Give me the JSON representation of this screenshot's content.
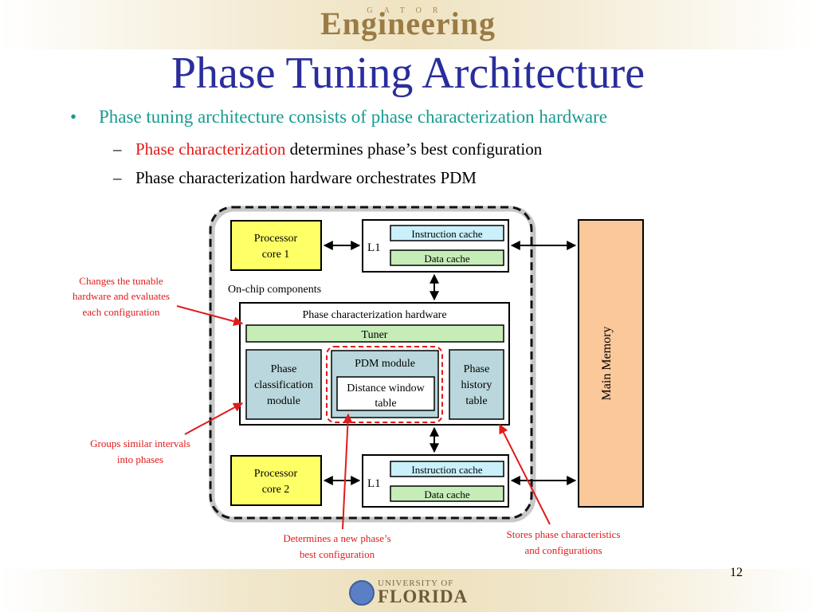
{
  "header": {
    "logo_small": "GATOR",
    "logo_main": "Engineering"
  },
  "title": "Phase Tuning Architecture",
  "bullets": {
    "main": "Phase tuning architecture consists of phase characterization hardware",
    "sub1_highlight": "Phase characterization",
    "sub1_rest": " determines phase’s best configuration",
    "sub2": "Phase characterization hardware orchestrates PDM"
  },
  "diagram": {
    "processor_core_1": [
      "Processor",
      "core 1"
    ],
    "processor_core_2": [
      "Processor",
      "core 2"
    ],
    "l1_label": "L1",
    "instruction_cache": "Instruction cache",
    "data_cache": "Data cache",
    "on_chip_label": "On-chip components",
    "pch_title": "Phase characterization hardware",
    "tuner": "Tuner",
    "phase_classification": [
      "Phase",
      "classification",
      "module"
    ],
    "pdm_module": "PDM module",
    "distance_window": [
      "Distance window",
      "table"
    ],
    "phase_history": [
      "Phase",
      "history",
      "table"
    ],
    "main_memory": "Main Memory"
  },
  "annotations": {
    "tuner_note": [
      "Changes the tunable",
      "hardware and evaluates",
      "each configuration"
    ],
    "classification_note": [
      "Groups similar intervals",
      "into phases"
    ],
    "pdm_note": [
      "Determines a new phase’s",
      "best configuration"
    ],
    "history_note": [
      "Stores phase characteristics",
      "and configurations"
    ]
  },
  "footer": {
    "univ_label": "UNIVERSITY OF",
    "florida_label": "FLORIDA",
    "slide_number": "12"
  },
  "colors": {
    "title": "#2a2d9c",
    "teal_bullet": "#179c8f",
    "annotation_red": "#e01b1b",
    "processor_fill": "#ffff66",
    "cache_instruction_fill": "#c9f0fb",
    "cache_data_fill": "#c6ecb8",
    "module_fill": "#b9d7dc",
    "main_memory_fill": "#fbc89a"
  }
}
